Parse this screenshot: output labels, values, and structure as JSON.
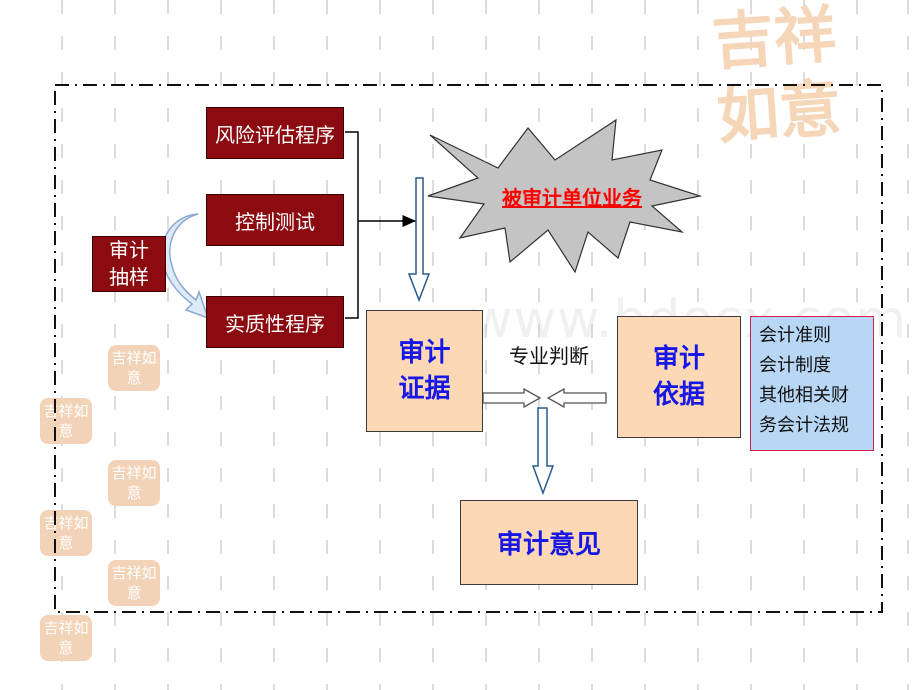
{
  "diagram": {
    "procedures": [
      {
        "label": "风险评估程序"
      },
      {
        "label": "控制测试"
      },
      {
        "label": "实质性程序"
      }
    ],
    "sampling": {
      "line1": "审计",
      "line2": "抽样"
    },
    "business": {
      "label": "被审计单位业务"
    },
    "evidence": {
      "line1": "审计",
      "line2": "证据"
    },
    "basis": {
      "line1": "审计",
      "line2": "依据"
    },
    "judgment": {
      "label": "专业判断"
    },
    "opinion": {
      "label": "审计意见"
    },
    "standards": [
      "会计准则",
      "会计制度",
      "其他相关财",
      "务会计法规"
    ]
  },
  "background": {
    "watermark": "www.bdocx.com",
    "seal_text": "吉祥如意",
    "small_seal_text": "吉祥如意"
  },
  "colors": {
    "procedure_fill": "#8b0b10",
    "peach_fill": "#fcd9b4",
    "blue_text": "#1717e6",
    "red_text": "#ff0000",
    "standards_fill": "#b7d7f4",
    "star_fill": "#c4c4c4"
  }
}
